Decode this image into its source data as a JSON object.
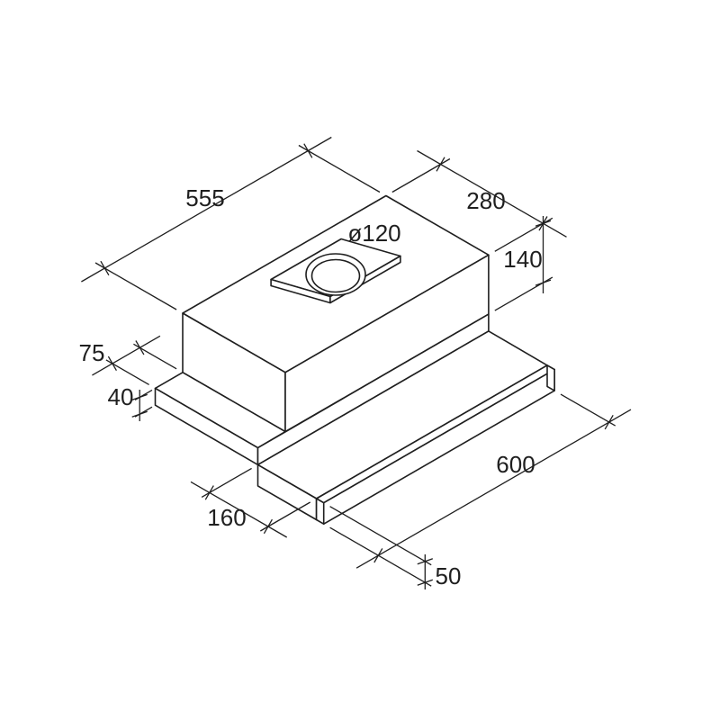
{
  "diagram": {
    "subject": "telescopic-cooker-hood-dimension-drawing",
    "background": "#ffffff",
    "line_color": "#1f1f1f",
    "labels": {
      "width_top": "555",
      "depth_top": "280",
      "outlet_diameter": "ø120",
      "body_height": "140",
      "left_offset": "75",
      "base_height": "40",
      "front_bar_length": "600",
      "pullout_extension": "160",
      "front_bar_height": "50"
    }
  }
}
